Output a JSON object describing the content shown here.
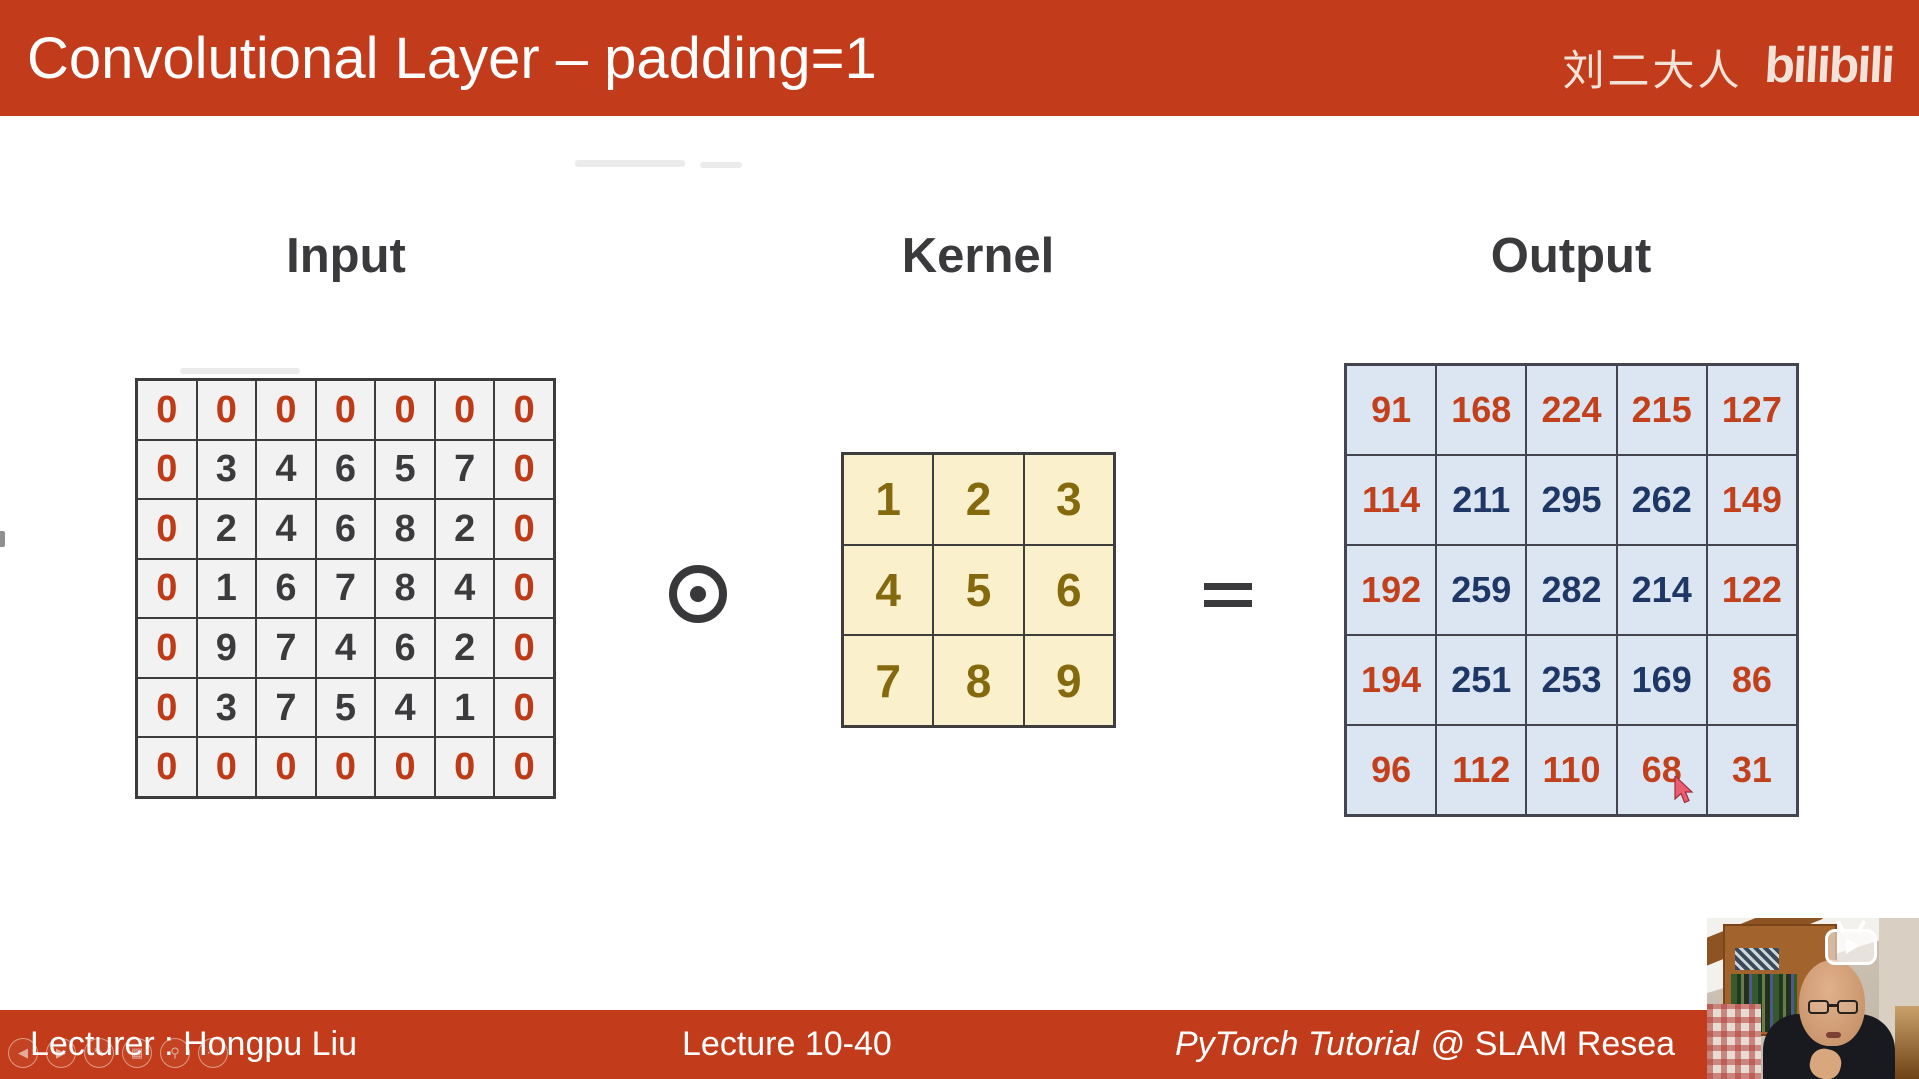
{
  "header": {
    "title": "Convolutional Layer – padding=1",
    "channel": "刘二大人",
    "logo_text": "bilibili"
  },
  "sections": {
    "input_label": "Input",
    "kernel_label": "Kernel",
    "output_label": "Output"
  },
  "operators": {
    "elementwise_glyph": "⊙",
    "equals_glyph": "="
  },
  "input_grid": {
    "rows": [
      [
        "0",
        "0",
        "0",
        "0",
        "0",
        "0",
        "0"
      ],
      [
        "0",
        "3",
        "4",
        "6",
        "5",
        "7",
        "0"
      ],
      [
        "0",
        "2",
        "4",
        "6",
        "8",
        "2",
        "0"
      ],
      [
        "0",
        "1",
        "6",
        "7",
        "8",
        "4",
        "0"
      ],
      [
        "0",
        "9",
        "7",
        "4",
        "6",
        "2",
        "0"
      ],
      [
        "0",
        "3",
        "7",
        "5",
        "4",
        "1",
        "0"
      ],
      [
        "0",
        "0",
        "0",
        "0",
        "0",
        "0",
        "0"
      ]
    ],
    "bg": "#f2f2f2",
    "border": "#3c3c3c",
    "edge_color": "#bf3b17",
    "inner_color": "#3b3b3e"
  },
  "kernel_grid": {
    "rows": [
      [
        "1",
        "2",
        "3"
      ],
      [
        "4",
        "5",
        "6"
      ],
      [
        "7",
        "8",
        "9"
      ]
    ],
    "bg": "#fbf0cc",
    "border": "#3e3e3e",
    "edge_color": "#84690e",
    "inner_color": "#84690e"
  },
  "output_grid": {
    "rows": [
      [
        "91",
        "168",
        "224",
        "215",
        "127"
      ],
      [
        "114",
        "211",
        "295",
        "262",
        "149"
      ],
      [
        "192",
        "259",
        "282",
        "214",
        "122"
      ],
      [
        "194",
        "251",
        "253",
        "169",
        "86"
      ],
      [
        "96",
        "112",
        "110",
        "68",
        "31"
      ]
    ],
    "bg": "#dce5f2",
    "border": "#44454e",
    "edge_color": "#c2411d",
    "inner_color": "#1e3765"
  },
  "footer": {
    "lecturer": "Lecturer : Hongpu Liu",
    "lecture_number": "Lecture 10-40",
    "course_italic": "PyTorch Tutorial",
    "course_rest": "@ SLAM Resea"
  },
  "presenter_controls": [
    {
      "name": "previous-slide",
      "glyph": "◀"
    },
    {
      "name": "next-slide",
      "glyph": "▶"
    },
    {
      "name": "pen-tool",
      "glyph": "✎"
    },
    {
      "name": "see-all-slides",
      "glyph": "▦"
    },
    {
      "name": "zoom-slide",
      "glyph": "⚲"
    },
    {
      "name": "more-options",
      "glyph": "⋯"
    }
  ],
  "colors": {
    "accent_red": "#c23c1b",
    "heading_text": "#3a3a3c",
    "operator": "#38383a",
    "cursor_fill": "#ea5d70"
  }
}
